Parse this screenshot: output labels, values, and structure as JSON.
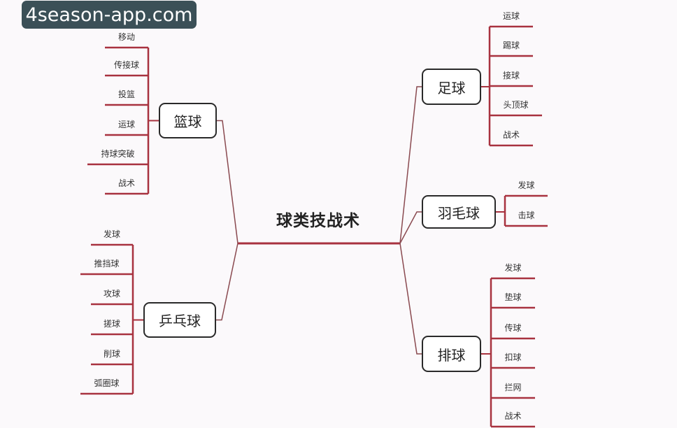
{
  "title": "球类技战术",
  "watermark": "4season-app.com",
  "line_color": "#a8323f",
  "branches": [
    {
      "label": "篮球",
      "children": [
        "移动",
        "传接球",
        "投篮",
        "运球",
        "持球突破",
        "战术"
      ]
    },
    {
      "label": "乒乓球",
      "children": [
        "发球",
        "推挡球",
        "攻球",
        "搓球",
        "削球",
        "弧圈球"
      ]
    },
    {
      "label": "足球",
      "children": [
        "运球",
        "踢球",
        "接球",
        "头顶球",
        "战术"
      ]
    },
    {
      "label": "羽毛球",
      "children": [
        "发球",
        "击球"
      ]
    },
    {
      "label": "排球",
      "children": [
        "发球",
        "垫球",
        "传球",
        "扣球",
        "拦网",
        "战术"
      ]
    }
  ]
}
